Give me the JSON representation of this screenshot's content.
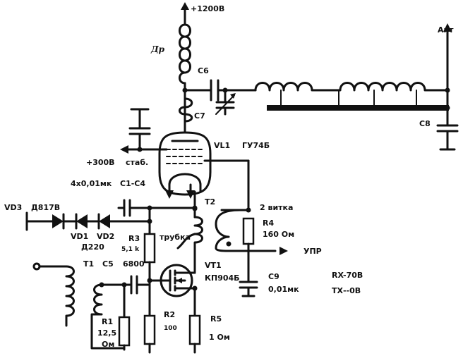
{
  "labels": {
    "supply_hv": "+1200В",
    "choke": "Др",
    "c6": "С6",
    "c7": "С7",
    "antenna": "Ант",
    "c8": "С8",
    "vl1": "VL1",
    "tube_type": "ГУ74Б",
    "supply_300": "+300В",
    "stab": "стаб.",
    "caps_count": "4х0,01мк",
    "c1c4": "С1-С4",
    "t2": "Т2",
    "turns": "2 витка",
    "vd3": "VD3",
    "vd3_type": "Д817В",
    "vd1": "VD1",
    "vd2": "VD2",
    "vd12_type": "Д220",
    "r3": "R3",
    "r3_val": "5,1 k",
    "tube_word": "трубка",
    "r4": "R4",
    "r4_val": "160 Ом",
    "upr": "УПР",
    "t1": "Т1",
    "c5": "С5",
    "c5_val": "6800",
    "vt1": "VT1",
    "vt1_type": "КП904Б",
    "rx": "RX-70В",
    "tx": "ТХ--0В",
    "c9": "С9",
    "c9_val": "0,01мк",
    "r1": "R1",
    "r1_val_a": "12,5",
    "r1_val_b": "Ом",
    "r2": "R2",
    "r2_val": "100",
    "r5": "R5",
    "r5_val": "1 Ом"
  }
}
